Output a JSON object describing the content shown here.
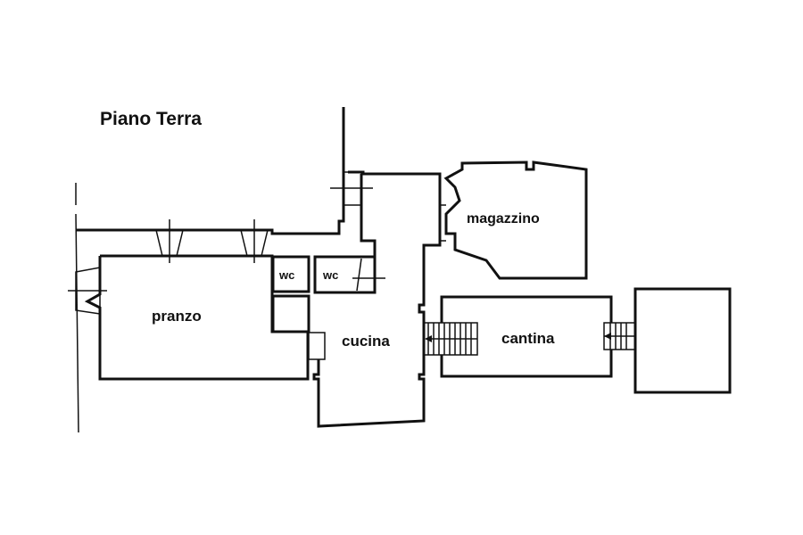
{
  "title": "Piano Terra",
  "rooms": {
    "pranzo": "pranzo",
    "wc_1": "wc",
    "wc_2": "wc",
    "cucina": "cucina",
    "magazzino": "magazzino",
    "cantina": "cantina"
  }
}
